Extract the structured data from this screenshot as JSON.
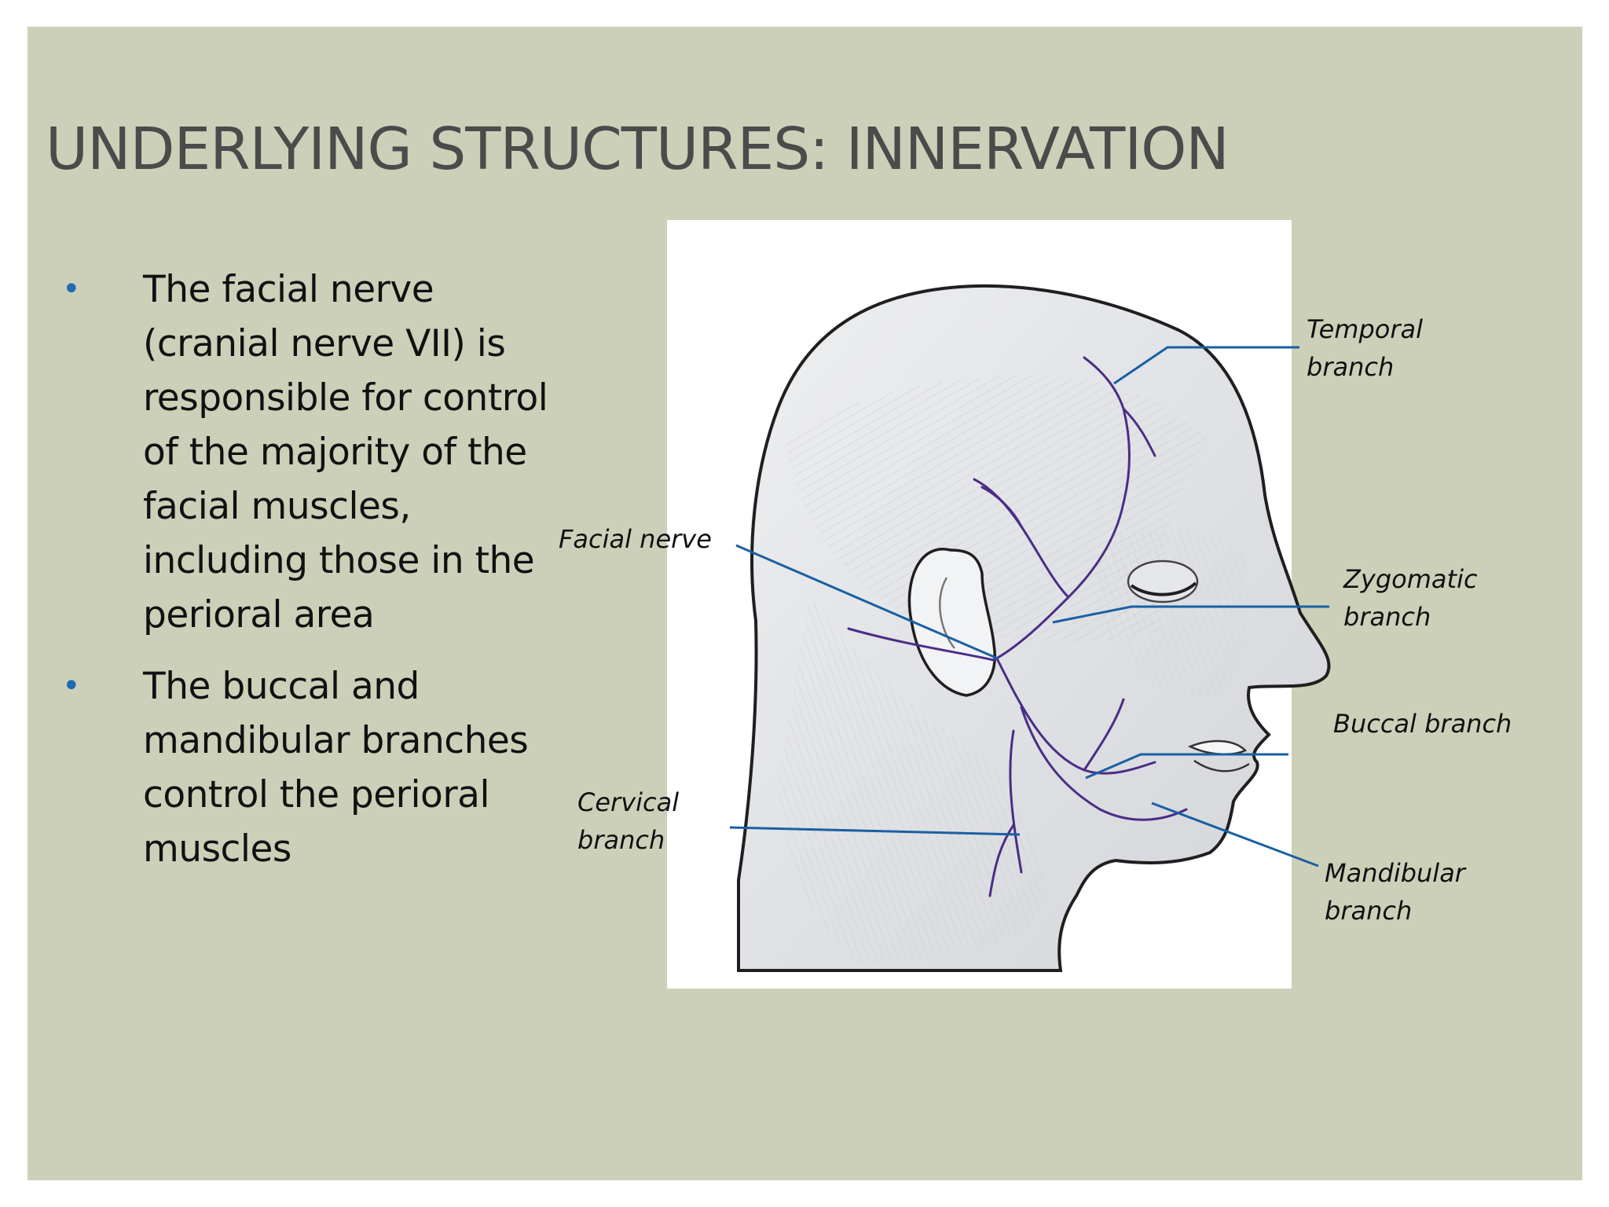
{
  "slide": {
    "title": "UNDERLYING STRUCTURES: INNERVATION",
    "bullets": [
      "The facial nerve (cranial nerve VII) is responsible for control of the majority of the facial muscles, including those in the perioral area",
      "The buccal and mandibular branches control the perioral muscles"
    ],
    "bullet_symbol": "•"
  },
  "figure": {
    "labels": {
      "temporal": [
        "Temporal",
        "branch"
      ],
      "facial": "Facial nerve",
      "zygomatic": [
        "Zygomatic",
        "branch"
      ],
      "buccal": "Buccal branch",
      "cervical": [
        "Cervical",
        "branch"
      ],
      "mandibular": [
        "Mandibular",
        "branch"
      ]
    }
  },
  "colors": {
    "slide_background": "#cdd0b9",
    "bullet": "#1f6cb5",
    "leader_lines": "#1a5fa3",
    "nerve": "#4b2d86"
  }
}
